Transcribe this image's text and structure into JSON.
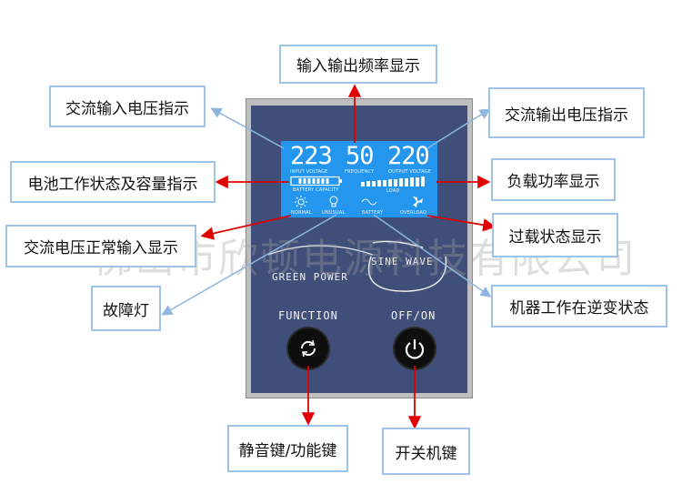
{
  "callouts": {
    "freq": "输入输出频率显示",
    "ac_in_volt": "交流输入电压指示",
    "ac_out_volt": "交流输出电压指示",
    "battery": "电池工作状态及容量指示",
    "load": "负载功率显示",
    "ac_normal": "交流电压正常输入显示",
    "overload": "过载状态显示",
    "fault": "故障灯",
    "inverter": "机器工作在逆变状态",
    "mute": "静音键/功能键",
    "power": "开关机键"
  },
  "lcd": {
    "input_value": "223",
    "freq_value": "50",
    "output_value": "220",
    "input_label": "INPUT VOLTAGE",
    "freq_label": "FREQUENCY",
    "output_label": "OUTPUT VOLTAGE",
    "battery_label": "BATTERY CAPACITY",
    "load_label": "LOAD",
    "normal_label": "NORMAL",
    "unusual_label": "UNUSUAL",
    "battery_status_label": "BATTERY",
    "overload_label": "OVERLOAD"
  },
  "panel": {
    "sine_wave": "SINE WAVE",
    "green_power": "GREEN POWER",
    "function_label": "FUNCTION",
    "offon_label": "OFF/ON"
  },
  "watermark": "佛山市欣顿电源科技有限公司",
  "colors": {
    "arrow": "#e00000",
    "pointer": "#8fb6de",
    "panel": "#3f4f79",
    "lcd": "#2596ee",
    "callout_border": "#9fc3e6"
  },
  "icons": [
    "power-icon",
    "mute-function-icon",
    "battery-icon",
    "sun-icon",
    "bulb-icon",
    "fan-icon"
  ]
}
